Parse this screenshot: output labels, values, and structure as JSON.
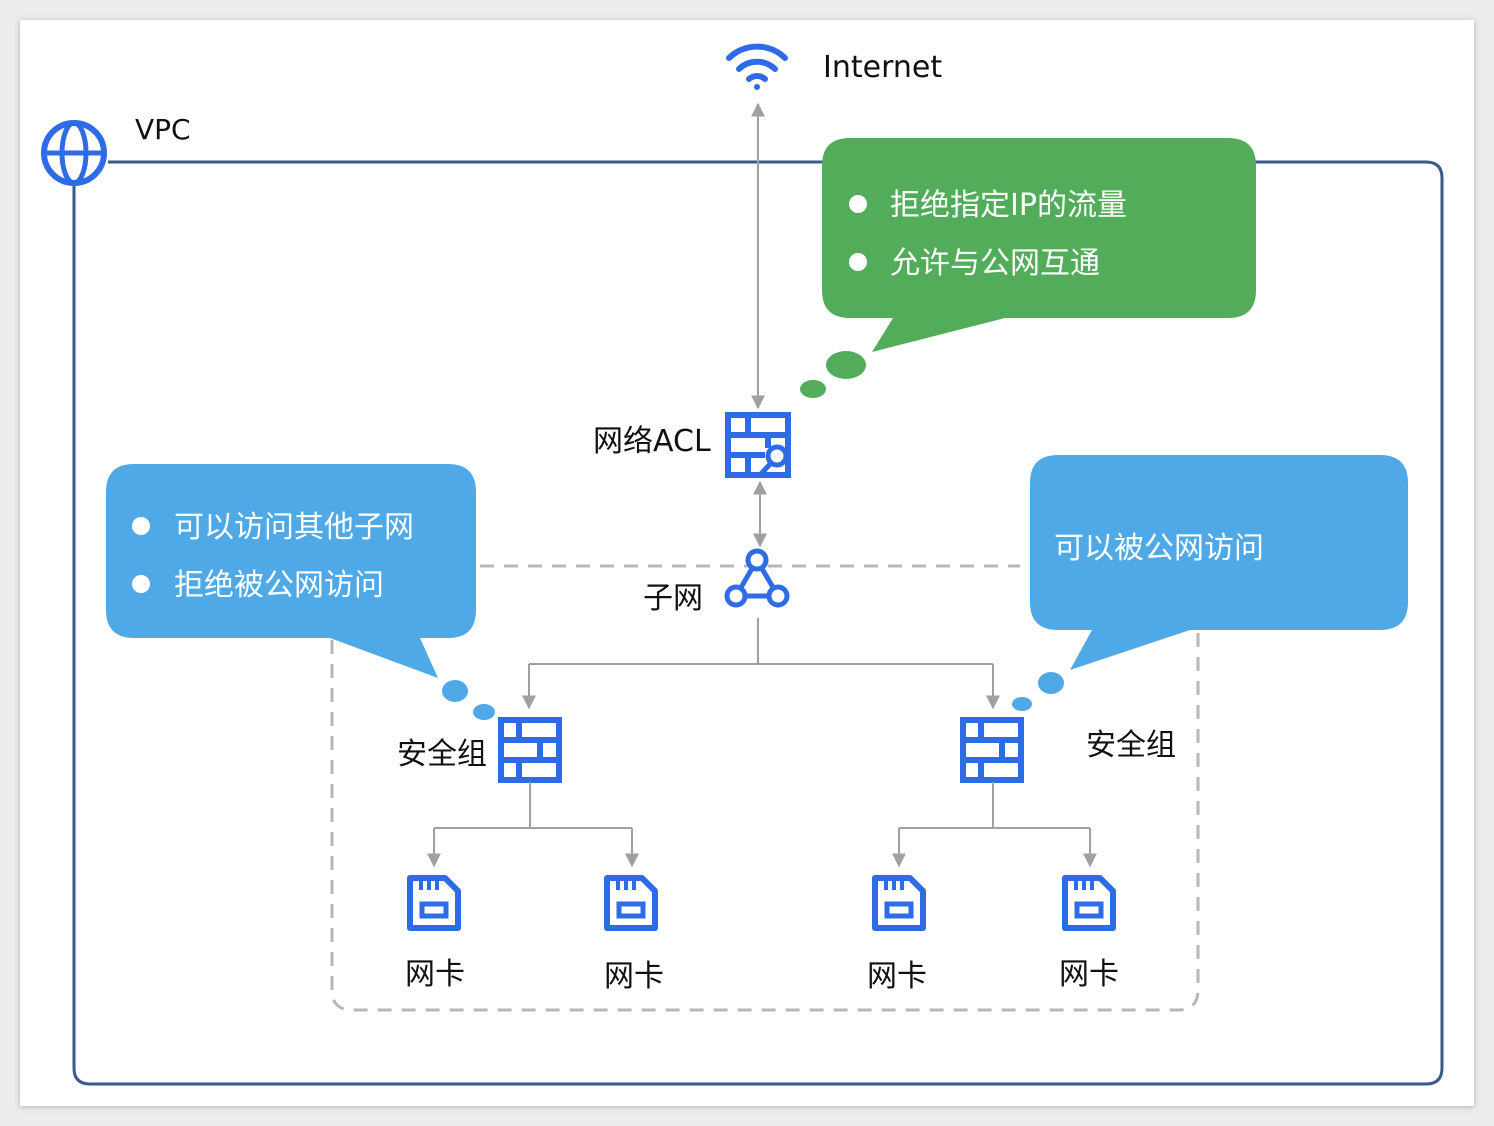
{
  "internet": {
    "label": "Internet"
  },
  "vpc": {
    "label": "VPC"
  },
  "acl": {
    "label": "网络ACL"
  },
  "subnet": {
    "label": "子网"
  },
  "security_groups": [
    {
      "label": "安全组"
    },
    {
      "label": "安全组"
    }
  ],
  "nics": [
    {
      "label": "网卡"
    },
    {
      "label": "网卡"
    },
    {
      "label": "网卡"
    },
    {
      "label": "网卡"
    }
  ],
  "callouts": {
    "acl": {
      "items": [
        "拒绝指定IP的流量",
        "允许与公网互通"
      ]
    },
    "left_sg": {
      "items": [
        "可以访问其他子网",
        "拒绝被公网访问"
      ]
    },
    "right_sg": {
      "text": "可以被公网访问"
    }
  },
  "colors": {
    "icon_blue": "#2e6be6",
    "vpc_border": "#3b5a8c",
    "green_callout": "#52ac5a",
    "blue_callout": "#4fa9e6",
    "connector": "#a0a0a0",
    "dashed": "#b7b7b7"
  }
}
